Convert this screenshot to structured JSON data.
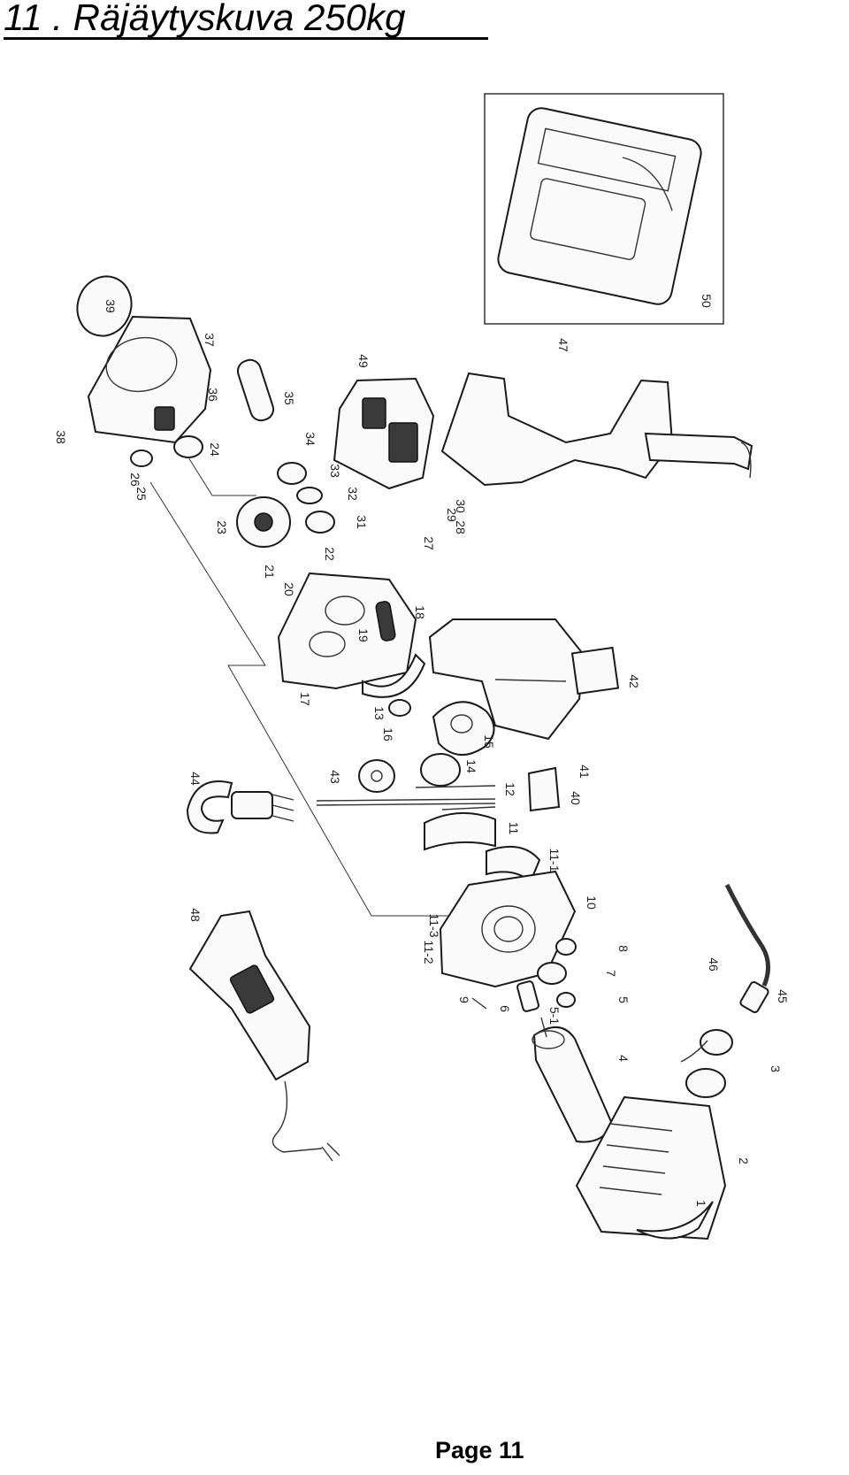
{
  "page": {
    "title": "11 . Räjäytyskuva 250kg ",
    "footer": "Page 11"
  },
  "diagram": {
    "part_labels": [
      "1",
      "2",
      "3",
      "4",
      "5",
      "5-1",
      "6",
      "7",
      "8",
      "9",
      "10",
      "11",
      "11-1",
      "11-2",
      "11-3",
      "12",
      "13",
      "14",
      "15",
      "16",
      "17",
      "18",
      "19",
      "20",
      "21",
      "22",
      "23",
      "24",
      "25",
      "26",
      "27",
      "28",
      "29",
      "30",
      "31",
      "32",
      "33",
      "34",
      "35",
      "36",
      "37",
      "38",
      "39",
      "40",
      "41",
      "42",
      "43",
      "44",
      "45",
      "46",
      "47",
      "48",
      "49",
      "50"
    ]
  }
}
